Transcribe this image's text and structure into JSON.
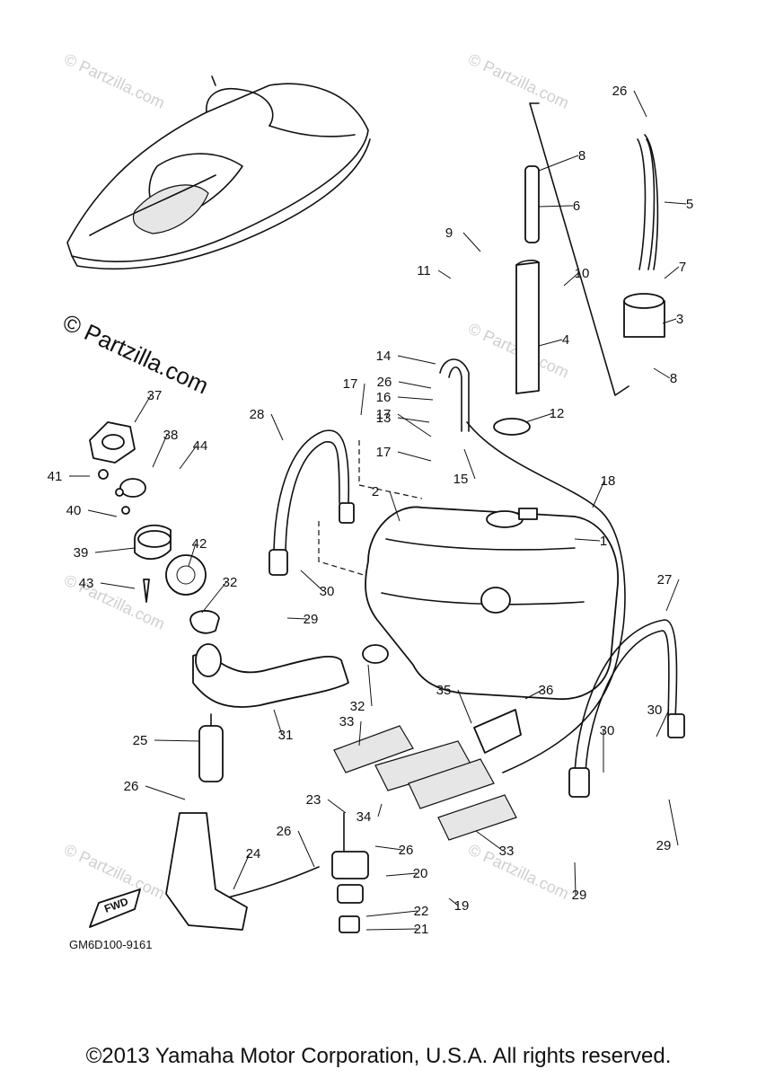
{
  "watermark": "© Partzilla.com",
  "brand_mark": "© Partzilla.com",
  "diagram_code": "GM6D100-9161",
  "fwd_label": "FWD",
  "callouts": [
    "1",
    "2",
    "3",
    "4",
    "5",
    "6",
    "7",
    "8",
    "8",
    "9",
    "10",
    "11",
    "12",
    "13",
    "14",
    "15",
    "16",
    "17",
    "17",
    "17",
    "18",
    "19",
    "20",
    "21",
    "22",
    "23",
    "24",
    "25",
    "26",
    "26",
    "26",
    "26",
    "26",
    "27",
    "28",
    "29",
    "29",
    "29",
    "30",
    "30",
    "30",
    "31",
    "32",
    "32",
    "33",
    "33",
    "34",
    "35",
    "36",
    "37",
    "38",
    "39",
    "40",
    "41",
    "42",
    "43",
    "44"
  ],
  "footer": {
    "copyright": "©2013 Yamaha Motor Corporation, U.S.A. All rights reserved."
  }
}
